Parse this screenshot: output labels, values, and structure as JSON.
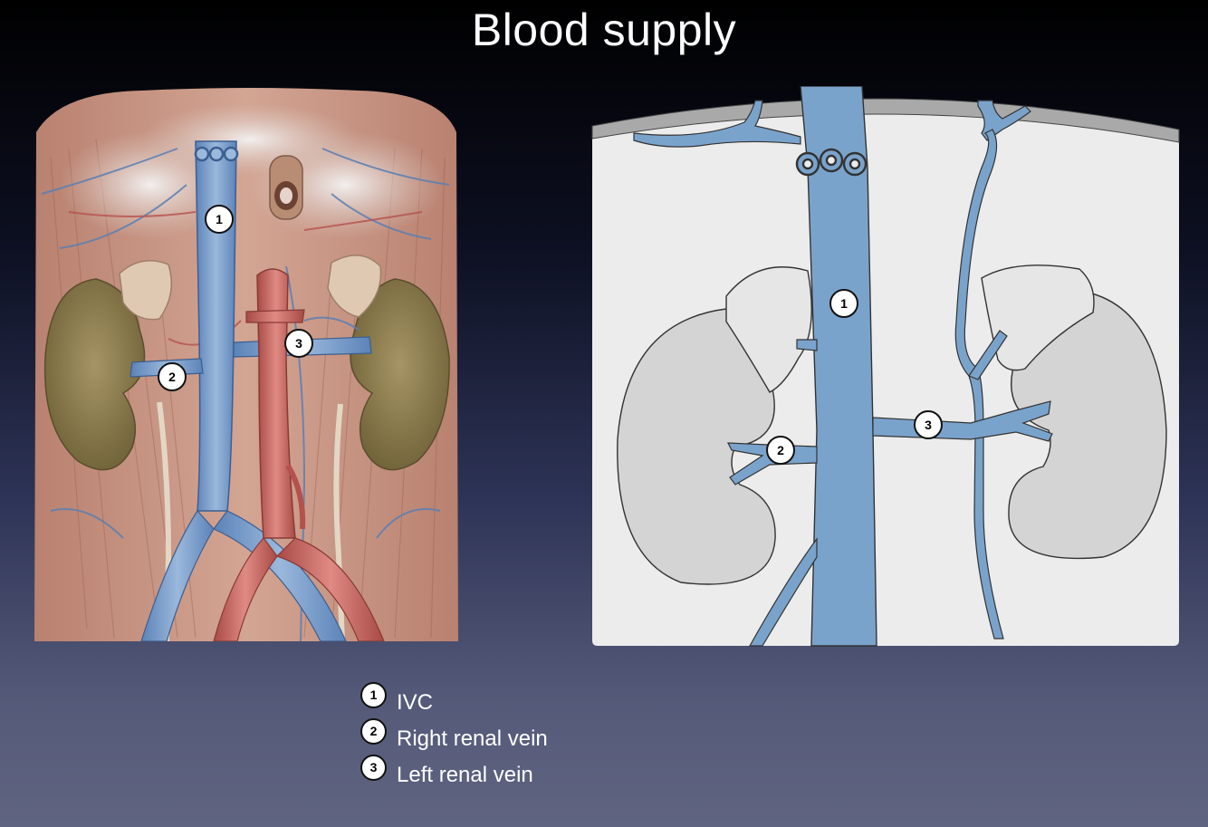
{
  "title": "Blood supply",
  "colors": {
    "vein_blue": "#7aa3cc",
    "artery_red": "#c96a66",
    "kidney_tan": "#8c7d52",
    "diagram_kidney_gray": "#d4d4d4",
    "diagram_background": "#ececec"
  },
  "illustration": {
    "markers": [
      "1",
      "2",
      "3"
    ]
  },
  "diagram": {
    "markers": [
      "1",
      "2",
      "3"
    ]
  },
  "legend": {
    "items": [
      {
        "number": "1",
        "label": "IVC"
      },
      {
        "number": "2",
        "label": "Right renal vein"
      },
      {
        "number": "3",
        "label": "Left renal vein"
      }
    ]
  }
}
